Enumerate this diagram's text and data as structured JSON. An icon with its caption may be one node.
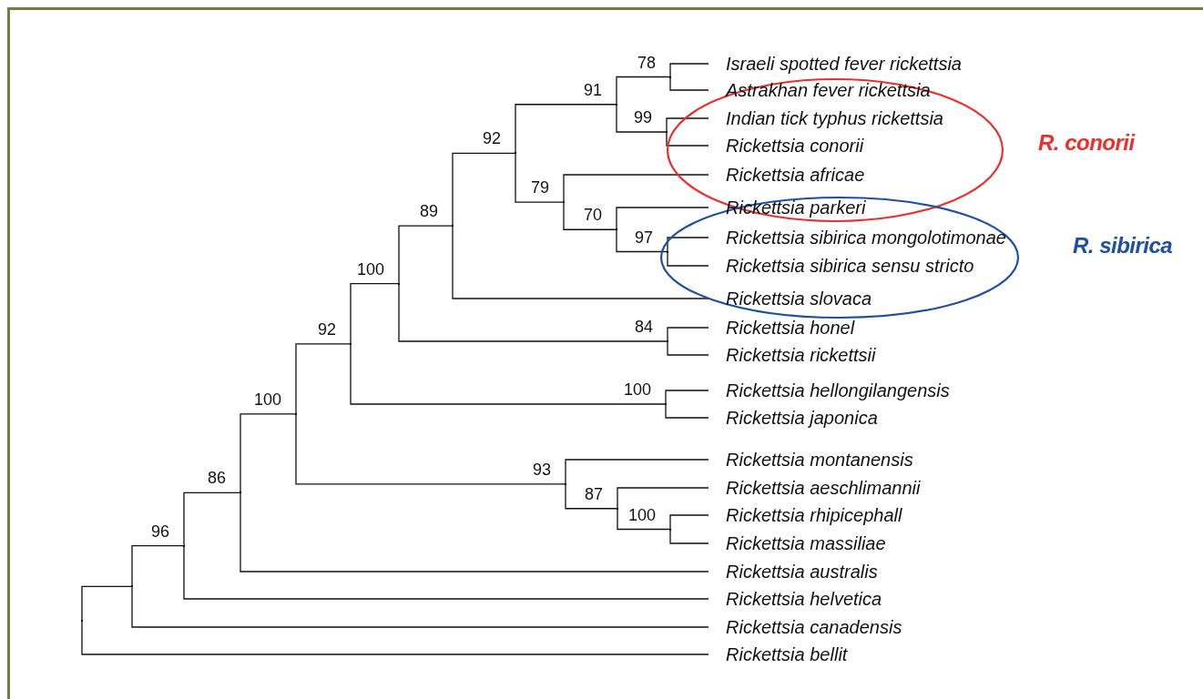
{
  "diagram": {
    "nodes": [
      {
        "text": [
          "Israeli spotted fever rickettsia"
        ]
      },
      {
        "text": [
          "Astrakhan fever rickettsia"
        ]
      },
      {
        "text": [
          "Indian tick typhus rickettsia"
        ]
      },
      {
        "text": [
          "Rickettsia conorii"
        ]
      },
      {
        "text": [
          "Rickettsia africae"
        ]
      },
      {
        "text": [
          "Rickettsia parkeri"
        ]
      },
      {
        "text": [
          "Rickettsia sibirica mongolotimonae"
        ]
      },
      {
        "text": [
          "Rickettsia sibirica sensu stricto"
        ]
      },
      {
        "text": [
          "Rickettsia slovaca"
        ]
      },
      {
        "text": [
          "Rickettsia honel"
        ]
      },
      {
        "text": [
          "Rickettsia rickettsii"
        ]
      },
      {
        "text": [
          "Rickettsia hellongilangensis"
        ]
      },
      {
        "text": [
          "Rickettsia japonica"
        ]
      },
      {
        "text": [
          "Rickettsia montanensis"
        ]
      },
      {
        "text": [
          "Rickettsia aeschlimannii"
        ]
      },
      {
        "text": [
          "Rickettsia rhipicephall"
        ]
      },
      {
        "text": [
          "Rickettsia massiliae"
        ]
      },
      {
        "text": [
          "Rickettsia australis"
        ]
      },
      {
        "text": [
          "Rickettsia helvetica"
        ]
      },
      {
        "text": [
          "Rickettsia canadensis"
        ]
      },
      {
        "text": [
          "Rickettsia bellit"
        ]
      },
      {
        "text": [],
        "shape": "point"
      },
      {
        "text": [],
        "shape": "point"
      },
      {
        "text": [],
        "shape": "point",
        "beside": [
          "96"
        ]
      },
      {
        "text": [],
        "shape": "point",
        "beside": [
          "86"
        ]
      },
      {
        "text": [],
        "shape": "point",
        "beside": [
          "100"
        ]
      },
      {
        "text": [],
        "shape": "point",
        "beside": [
          "92"
        ]
      },
      {
        "text": [],
        "shape": "point",
        "beside": [
          "100"
        ]
      },
      {
        "text": [],
        "shape": "point",
        "beside": [
          "89"
        ]
      },
      {
        "text": [],
        "shape": "point",
        "beside": [
          "92"
        ]
      },
      {
        "text": [],
        "shape": "point",
        "beside": [
          "91"
        ]
      },
      {
        "text": [],
        "shape": "point",
        "beside": [
          "78"
        ]
      },
      {
        "text": [],
        "shape": "point",
        "beside": [
          "99"
        ]
      },
      {
        "text": [],
        "shape": "point",
        "beside": [
          "79"
        ]
      },
      {
        "text": [],
        "shape": "point",
        "beside": [
          "70"
        ]
      },
      {
        "text": [],
        "shape": "point",
        "beside": [
          "97"
        ]
      },
      {
        "text": [],
        "shape": "point",
        "beside": [
          "84"
        ]
      },
      {
        "text": [],
        "shape": "point",
        "beside": [
          "100"
        ]
      },
      {
        "text": [],
        "shape": "point",
        "beside": [
          "93"
        ]
      },
      {
        "text": [],
        "shape": "point",
        "beside": [
          "87"
        ]
      },
      {
        "text": [],
        "shape": "point",
        "beside": [
          "100"
        ]
      }
    ],
    "labels": [
      "R. conorii",
      "R. sibirica"
    ],
    "edges": [
      {
        "from": 21,
        "to": 22,
        "arrow": "none"
      },
      {
        "from": 21,
        "to": 20,
        "arrow": "none"
      },
      {
        "from": 22,
        "to": 23,
        "arrow": "none"
      },
      {
        "from": 22,
        "to": 19,
        "arrow": "none"
      },
      {
        "from": 23,
        "to": 24,
        "arrow": "none"
      },
      {
        "from": 23,
        "to": 18,
        "arrow": "none"
      },
      {
        "from": 24,
        "to": 25,
        "arrow": "none"
      },
      {
        "from": 24,
        "to": 17,
        "arrow": "none"
      },
      {
        "from": 25,
        "to": 26,
        "arrow": "none"
      },
      {
        "from": 25,
        "to": 38,
        "arrow": "none"
      },
      {
        "from": 26,
        "to": 27,
        "arrow": "none"
      },
      {
        "from": 26,
        "to": 37,
        "arrow": "none"
      },
      {
        "from": 27,
        "to": 28,
        "arrow": "none"
      },
      {
        "from": 27,
        "to": 36,
        "arrow": "none"
      },
      {
        "from": 28,
        "to": 29,
        "arrow": "none"
      },
      {
        "from": 28,
        "to": 8,
        "arrow": "none"
      },
      {
        "from": 29,
        "to": 30,
        "arrow": "none"
      },
      {
        "from": 29,
        "to": 33,
        "arrow": "none"
      },
      {
        "from": 30,
        "to": 31,
        "arrow": "none"
      },
      {
        "from": 30,
        "to": 32,
        "arrow": "none"
      },
      {
        "from": 31,
        "to": 0,
        "arrow": "none"
      },
      {
        "from": 31,
        "to": 1,
        "arrow": "none"
      },
      {
        "from": 32,
        "to": 2,
        "arrow": "none"
      },
      {
        "from": 32,
        "to": 3,
        "arrow": "none"
      },
      {
        "from": 33,
        "to": 4,
        "arrow": "none"
      },
      {
        "from": 33,
        "to": 34,
        "arrow": "none"
      },
      {
        "from": 34,
        "to": 5,
        "arrow": "none"
      },
      {
        "from": 34,
        "to": 35,
        "arrow": "none"
      },
      {
        "from": 35,
        "to": 6,
        "arrow": "none"
      },
      {
        "from": 35,
        "to": 7,
        "arrow": "none"
      },
      {
        "from": 36,
        "to": 9,
        "arrow": "none"
      },
      {
        "from": 36,
        "to": 10,
        "arrow": "none"
      },
      {
        "from": 37,
        "to": 11,
        "arrow": "none"
      },
      {
        "from": 37,
        "to": 12,
        "arrow": "none"
      },
      {
        "from": 38,
        "to": 13,
        "arrow": "none"
      },
      {
        "from": 38,
        "to": 39,
        "arrow": "none"
      },
      {
        "from": 39,
        "to": 14,
        "arrow": "none"
      },
      {
        "from": 39,
        "to": 40,
        "arrow": "none"
      },
      {
        "from": 40,
        "to": 15,
        "arrow": "none"
      },
      {
        "from": 40,
        "to": 16,
        "arrow": "none"
      }
    ]
  }
}
